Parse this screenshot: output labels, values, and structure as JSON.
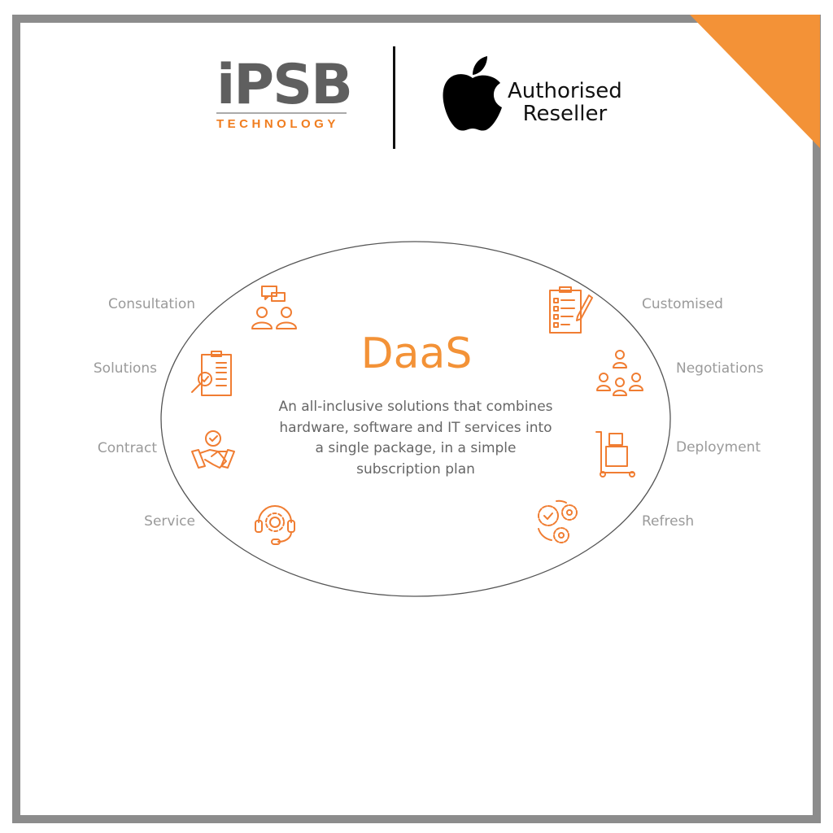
{
  "colors": {
    "accent": "#f39237",
    "frame": "#8c8c8c",
    "icon": "#f07d32",
    "label": "#9a9a9a"
  },
  "header": {
    "brand": {
      "name": "iPSB",
      "tagline": "TECHNOLOGY"
    },
    "partner": {
      "icon": "apple-logo-icon",
      "line1": "Authorised",
      "line2": "Reseller"
    }
  },
  "center": {
    "title": "DaaS",
    "description": "An all-inclusive solutions that combines hardware, software and IT services into a single package, in a simple subscription plan"
  },
  "steps": {
    "left": [
      {
        "label": "Consultation",
        "icon": "consultation-icon"
      },
      {
        "label": "Solutions",
        "icon": "clipboard-search-icon"
      },
      {
        "label": "Contract",
        "icon": "handshake-icon"
      },
      {
        "label": "Service",
        "icon": "headset-icon"
      }
    ],
    "right": [
      {
        "label": "Customised",
        "icon": "checklist-pencil-icon"
      },
      {
        "label": "Negotiations",
        "icon": "team-icon"
      },
      {
        "label": "Deployment",
        "icon": "hand-truck-icon"
      },
      {
        "label": "Refresh",
        "icon": "gears-icon"
      }
    ]
  }
}
